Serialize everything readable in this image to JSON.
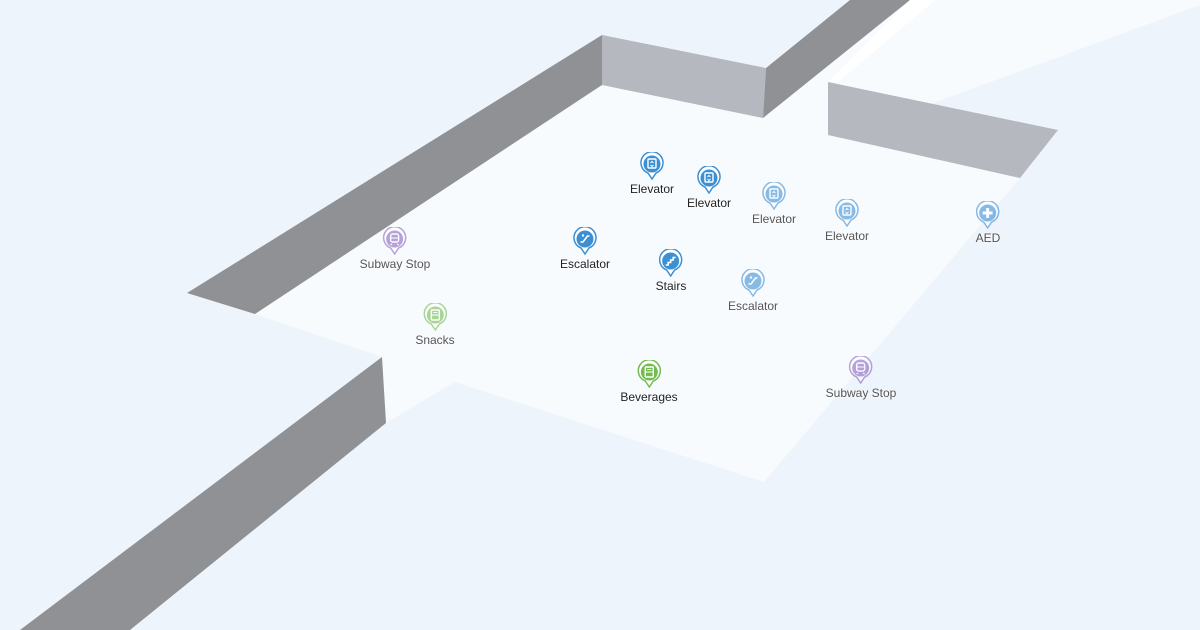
{
  "map": {
    "colors": {
      "background": "#edf4fc",
      "floor": "#f8fbfe",
      "wall_dark": "#8f9194",
      "wall_light": "#b5b8be",
      "elevator": "#3d8fd4",
      "escalator": "#3d8fd4",
      "stairs": "#3d8fd4",
      "aed": "#3d8fd4",
      "subway": "#8b68c2",
      "snacks": "#74bc52",
      "beverages": "#74bc52"
    },
    "pois": [
      {
        "id": "elevator-1",
        "label": "Elevator",
        "icon": "elevator-icon",
        "kind": "elevator",
        "dim": false
      },
      {
        "id": "elevator-2",
        "label": "Elevator",
        "icon": "elevator-icon",
        "kind": "elevator",
        "dim": false
      },
      {
        "id": "elevator-3",
        "label": "Elevator",
        "icon": "elevator-icon",
        "kind": "elevator",
        "dim": true
      },
      {
        "id": "elevator-4",
        "label": "Elevator",
        "icon": "elevator-icon",
        "kind": "elevator",
        "dim": true
      },
      {
        "id": "aed",
        "label": "AED",
        "icon": "medical-cross-icon",
        "kind": "aed",
        "dim": true
      },
      {
        "id": "subway-stop-1",
        "label": "Subway Stop",
        "icon": "train-icon",
        "kind": "subway",
        "dim": true
      },
      {
        "id": "escalator-1",
        "label": "Escalator",
        "icon": "escalator-icon",
        "kind": "escalator",
        "dim": false
      },
      {
        "id": "stairs",
        "label": "Stairs",
        "icon": "stairs-icon",
        "kind": "stairs",
        "dim": false
      },
      {
        "id": "escalator-2",
        "label": "Escalator",
        "icon": "escalator-icon",
        "kind": "escalator",
        "dim": true
      },
      {
        "id": "snacks",
        "label": "Snacks",
        "icon": "vending-machine-icon",
        "kind": "snacks",
        "dim": true
      },
      {
        "id": "beverages",
        "label": "Beverages",
        "icon": "vending-machine-icon",
        "kind": "beverages",
        "dim": false
      },
      {
        "id": "subway-stop-2",
        "label": "Subway Stop",
        "icon": "train-icon",
        "kind": "subway",
        "dim": true
      }
    ]
  }
}
